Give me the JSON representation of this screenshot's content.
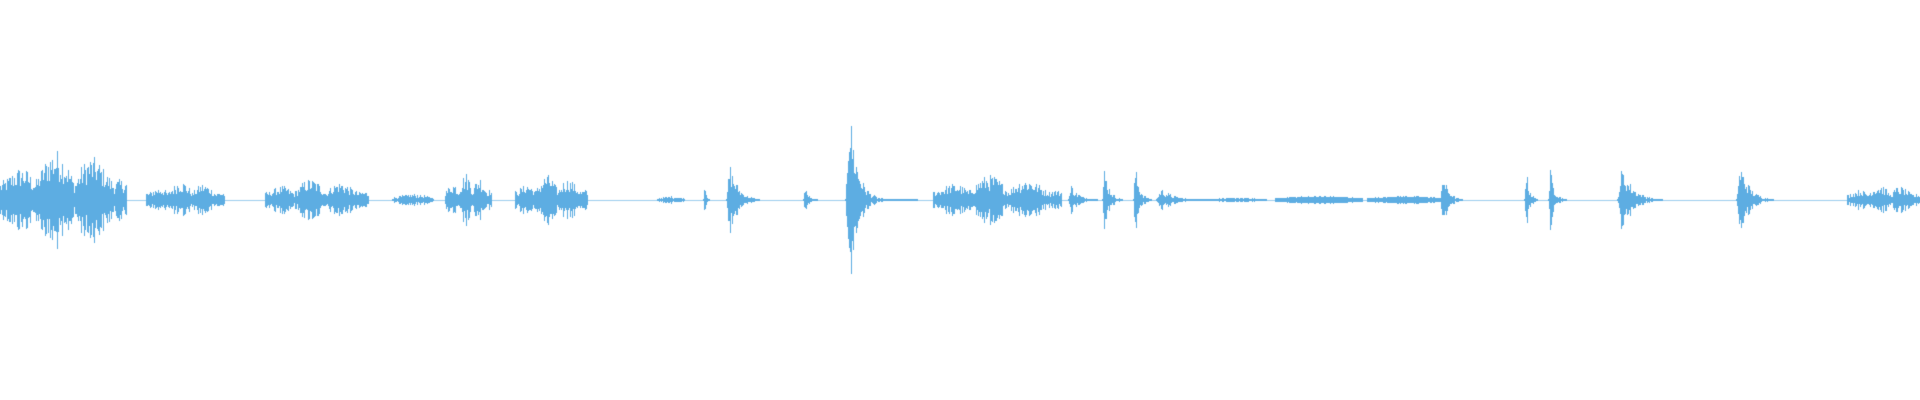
{
  "waveform": {
    "color": "#5dade2",
    "background": "#ffffff",
    "peak_scale": 1.0,
    "segments": [
      {
        "start": 0.0,
        "end": 0.066,
        "peak": 0.26,
        "shape": "dense"
      },
      {
        "start": 0.076,
        "end": 0.117,
        "peak": 0.1,
        "shape": "dense"
      },
      {
        "start": 0.138,
        "end": 0.192,
        "peak": 0.11,
        "shape": "dense"
      },
      {
        "start": 0.204,
        "end": 0.226,
        "peak": 0.03,
        "shape": "sparse"
      },
      {
        "start": 0.232,
        "end": 0.256,
        "peak": 0.14,
        "shape": "dense"
      },
      {
        "start": 0.268,
        "end": 0.306,
        "peak": 0.13,
        "shape": "dense"
      },
      {
        "start": 0.342,
        "end": 0.357,
        "peak": 0.02,
        "shape": "sparse"
      },
      {
        "start": 0.366,
        "end": 0.37,
        "peak": 0.16,
        "shape": "burst"
      },
      {
        "start": 0.378,
        "end": 0.396,
        "peak": 0.19,
        "shape": "burst"
      },
      {
        "start": 0.418,
        "end": 0.426,
        "peak": 0.07,
        "shape": "burst"
      },
      {
        "start": 0.44,
        "end": 0.478,
        "peak": 0.53,
        "shape": "transient"
      },
      {
        "start": 0.486,
        "end": 0.553,
        "peak": 0.13,
        "shape": "dense"
      },
      {
        "start": 0.556,
        "end": 0.572,
        "peak": 0.08,
        "shape": "burst"
      },
      {
        "start": 0.574,
        "end": 0.585,
        "peak": 0.17,
        "shape": "burst"
      },
      {
        "start": 0.59,
        "end": 0.6,
        "peak": 0.18,
        "shape": "burst"
      },
      {
        "start": 0.602,
        "end": 0.628,
        "peak": 0.06,
        "shape": "burst"
      },
      {
        "start": 0.628,
        "end": 0.66,
        "peak": 0.01,
        "shape": "flat"
      },
      {
        "start": 0.664,
        "end": 0.71,
        "peak": 0.02,
        "shape": "flat"
      },
      {
        "start": 0.712,
        "end": 0.753,
        "peak": 0.02,
        "shape": "flat"
      },
      {
        "start": 0.75,
        "end": 0.762,
        "peak": 0.15,
        "shape": "burst"
      },
      {
        "start": 0.794,
        "end": 0.801,
        "peak": 0.19,
        "shape": "burst"
      },
      {
        "start": 0.806,
        "end": 0.816,
        "peak": 0.16,
        "shape": "burst"
      },
      {
        "start": 0.842,
        "end": 0.866,
        "peak": 0.17,
        "shape": "burst"
      },
      {
        "start": 0.904,
        "end": 0.924,
        "peak": 0.19,
        "shape": "burst"
      },
      {
        "start": 0.962,
        "end": 1.0,
        "peak": 0.08,
        "shape": "dense"
      }
    ]
  }
}
